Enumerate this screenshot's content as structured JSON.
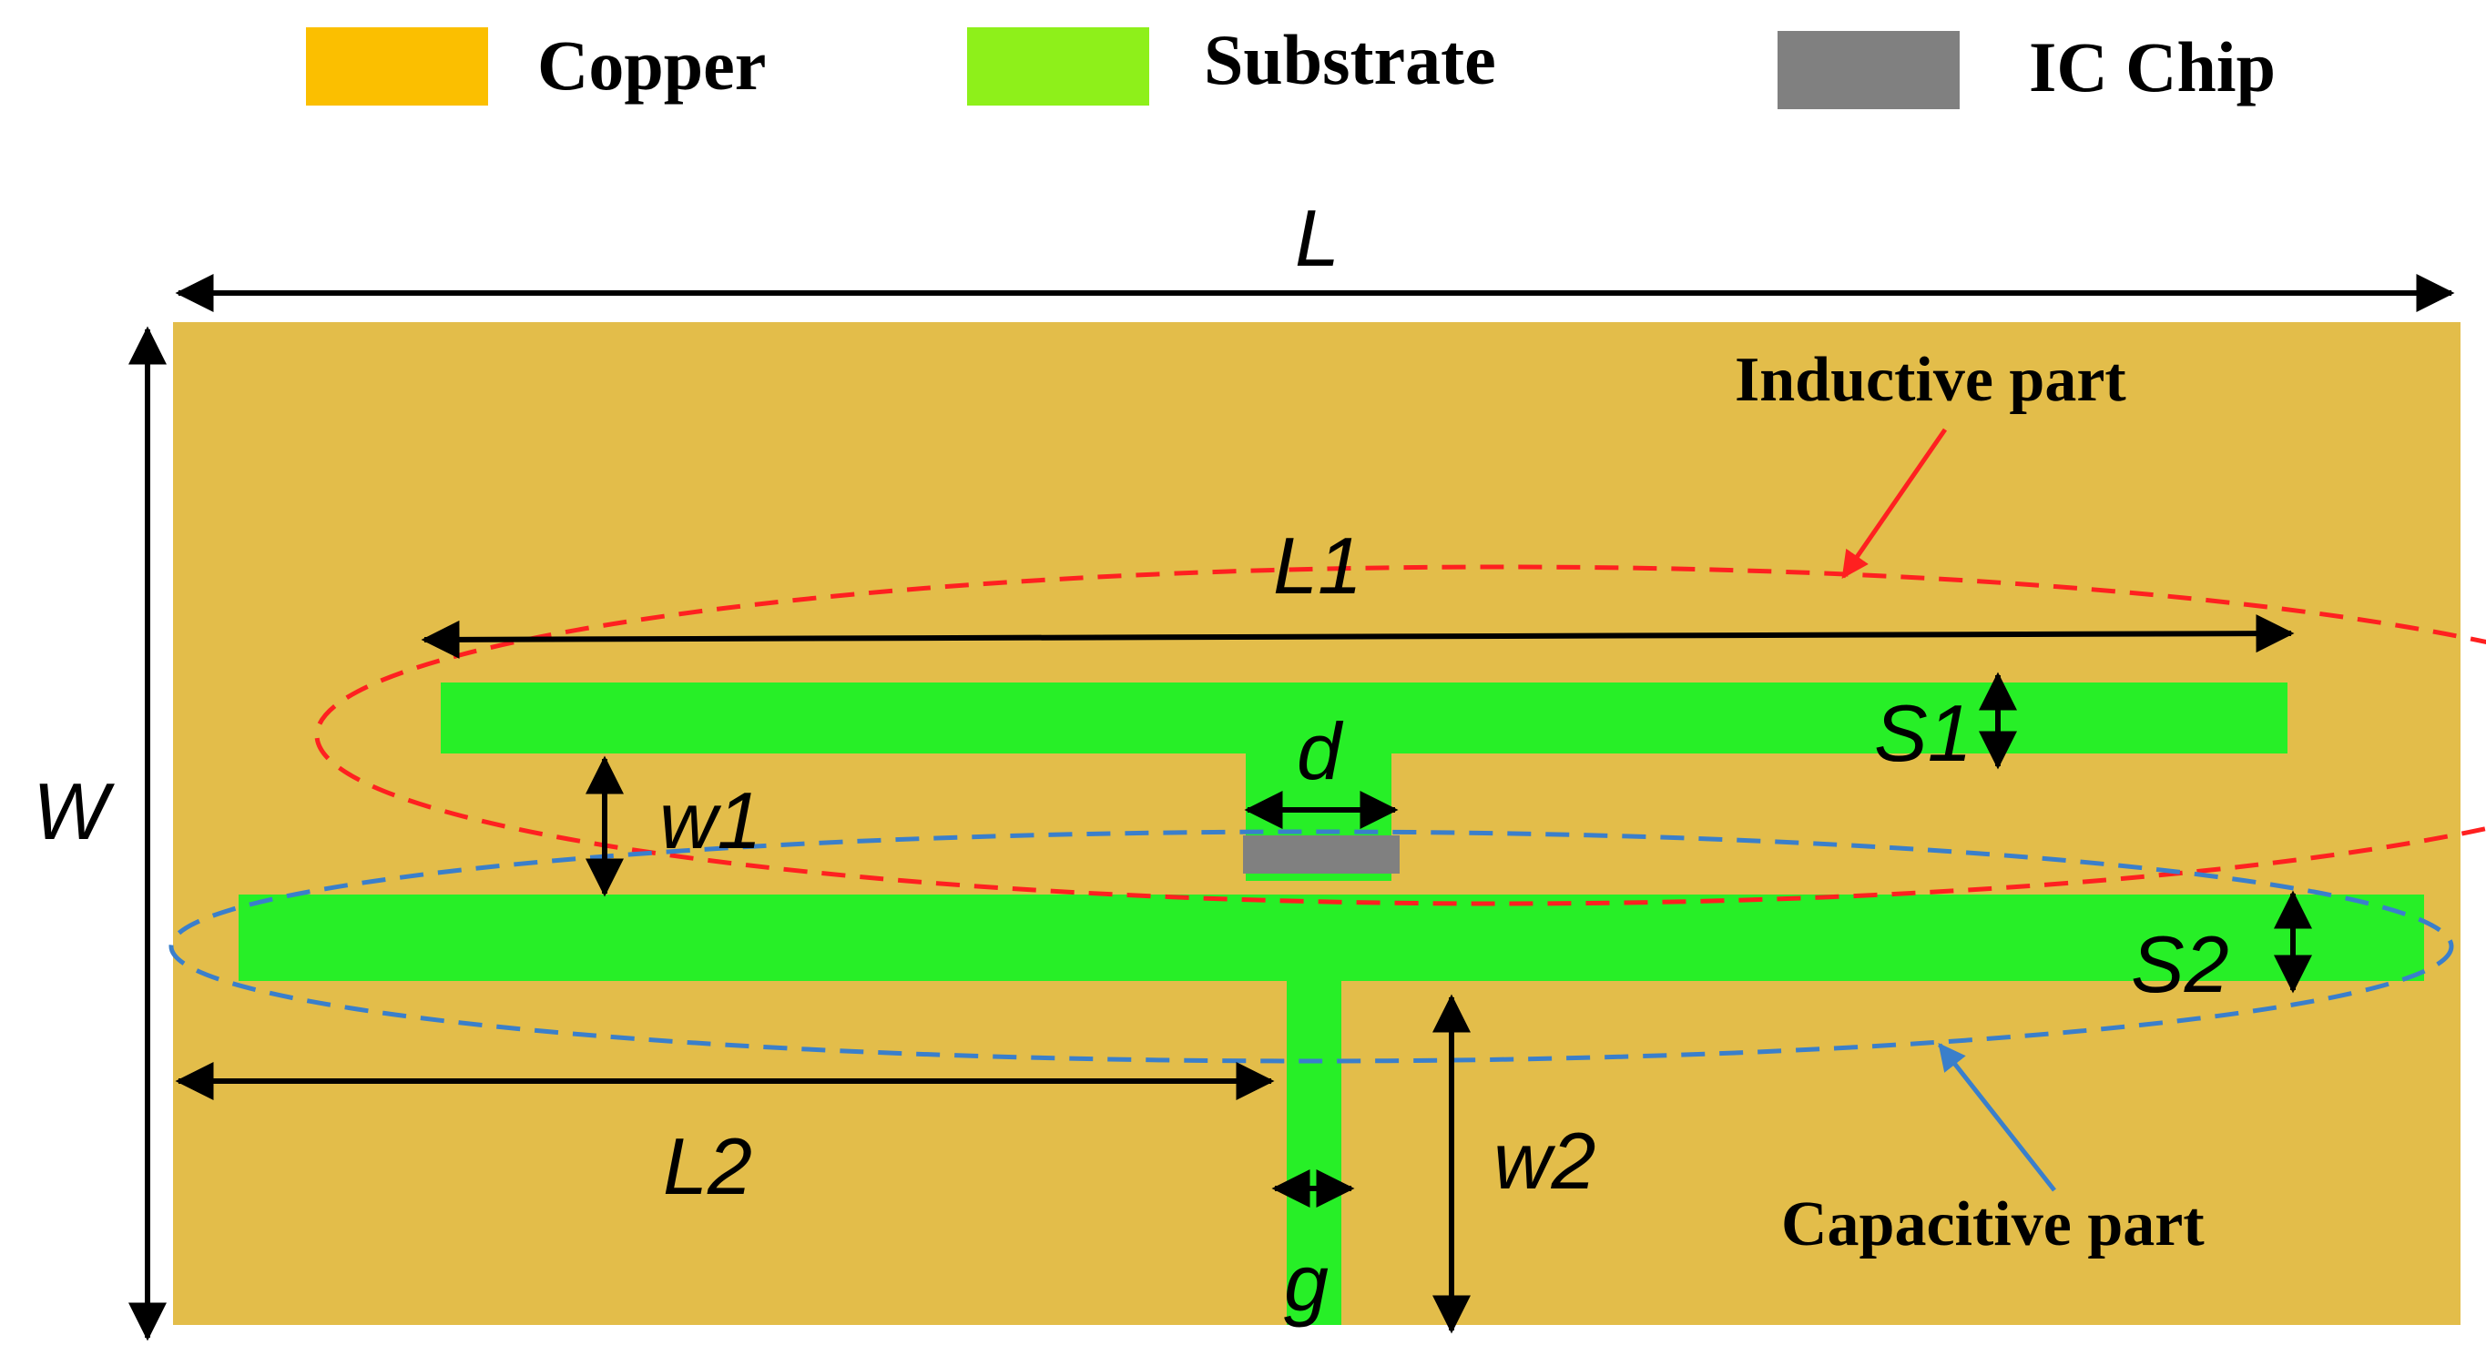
{
  "colors": {
    "copper": "#E3BD4A",
    "copper_swatch": "#FBBF00",
    "substrate": "#27EF27",
    "substrate_swatch": "#8EF01A",
    "ic_chip": "#808080",
    "inductive_outline": "#FF2020",
    "capacitive_outline": "#3A7FCB",
    "dimension_line": "#000000"
  },
  "legend": [
    {
      "label": "Copper",
      "color_key": "copper_swatch"
    },
    {
      "label": "Substrate",
      "color_key": "substrate_swatch"
    },
    {
      "label": "IC Chip",
      "color_key": "ic_chip"
    }
  ],
  "dimensions": {
    "L": "L",
    "W": "W",
    "L1": "L1",
    "L2": "L2",
    "S1": "S1",
    "S2": "S2",
    "w1": "w1",
    "w2": "w2",
    "d": "d",
    "g": "g"
  },
  "callouts": {
    "inductive": "Inductive part",
    "capacitive": "Capacitive part"
  }
}
